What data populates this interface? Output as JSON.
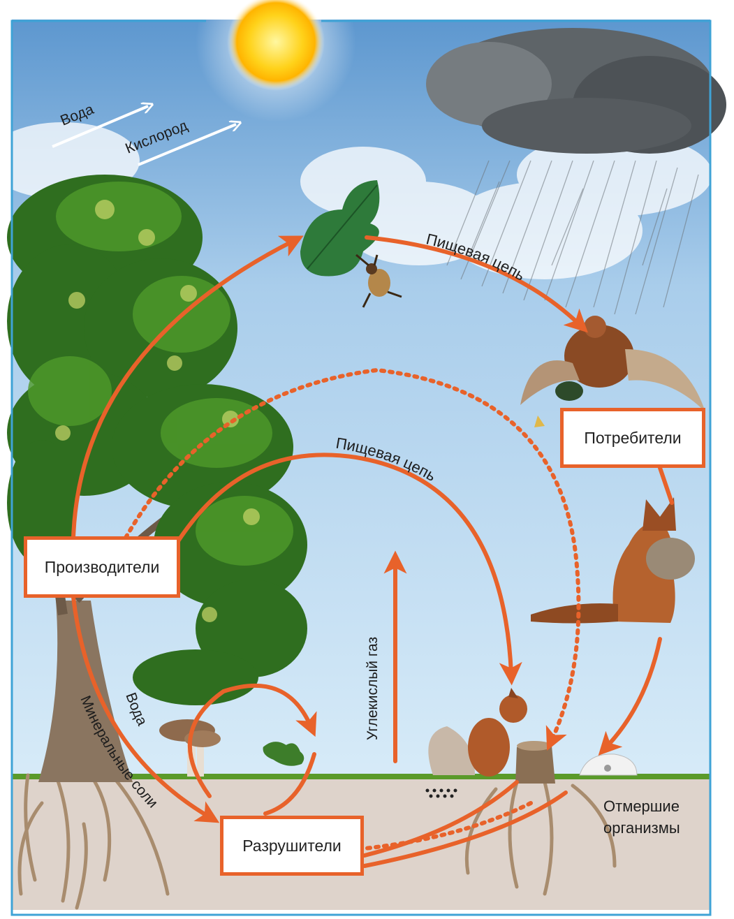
{
  "labels": {
    "water_top": "Вода",
    "oxygen": "Кислород",
    "food_chain_top": "Пищевая цепь",
    "food_chain_inner": "Пищевая цепь",
    "co2": "Углекислый газ",
    "water_left": "Вода",
    "minerals": "Минеральные соли",
    "dead_line1": "Отмершие",
    "dead_line2": "организмы"
  },
  "boxes": {
    "producers": "Производители",
    "consumers": "Потребители",
    "decomposers": "Разрушители"
  },
  "colors": {
    "arrow": "#e8622a",
    "frame": "#3fa3d6",
    "sky_top": "#6fa6d6",
    "sky_bottom": "#cfe6f6",
    "soil": "#ded3cb",
    "grass": "#5a9a2a"
  },
  "icons": [
    "sun-icon",
    "rain-cloud-icon",
    "oak-tree-icon",
    "oak-leaf-icon",
    "beetle-icon",
    "pheasant-icon",
    "fox-icon",
    "squirrel-icon",
    "mushroom-icon",
    "stump-icon",
    "skull-icon"
  ]
}
